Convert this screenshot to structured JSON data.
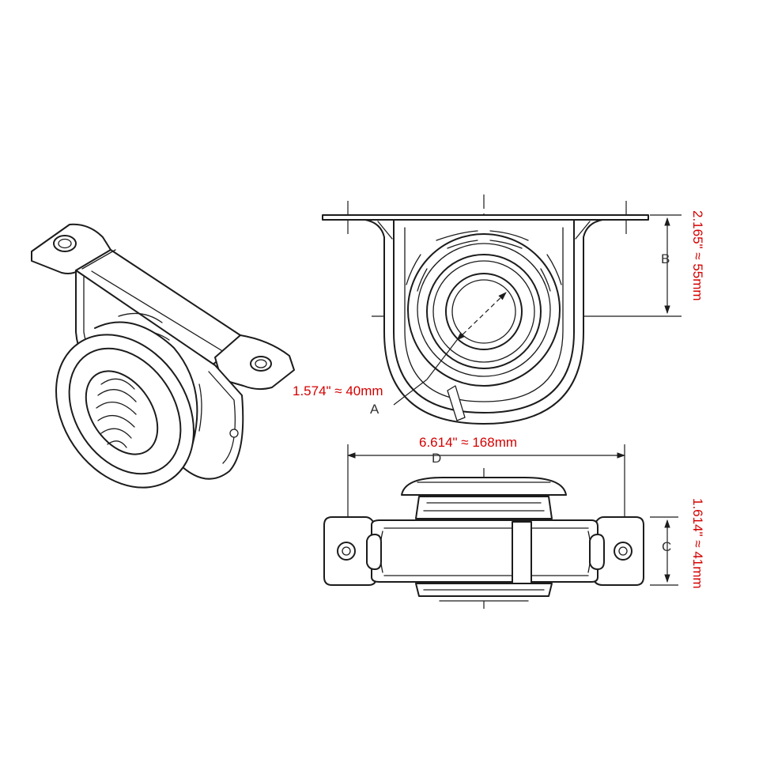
{
  "dimensions": {
    "a": {
      "letter": "A",
      "value": "1.574\" ≈ 40mm"
    },
    "b": {
      "letter": "B",
      "value": "2.165\" ≈ 55mm"
    },
    "c": {
      "letter": "C",
      "value": "1.614\" ≈ 41mm"
    },
    "d": {
      "letter": "D",
      "value": "6.614\" ≈ 168mm"
    }
  },
  "colors": {
    "line": "#1c1c1c",
    "dimension_value": "#d40000",
    "letter": "#333333"
  }
}
